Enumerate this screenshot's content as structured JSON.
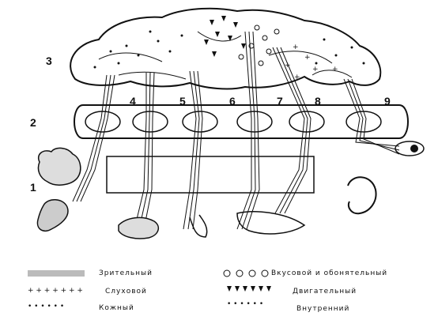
{
  "diagram": {
    "numbers": [
      "1",
      "2",
      "3",
      "4",
      "5",
      "6",
      "7",
      "8",
      "9"
    ],
    "legend": {
      "visual": "Зрительный",
      "auditory": "Слуховой",
      "skin": "Кожный",
      "taste_smell": "Вкусовой и обонятельный",
      "motor": "Двигательный",
      "internal": "Внутренний"
    }
  }
}
